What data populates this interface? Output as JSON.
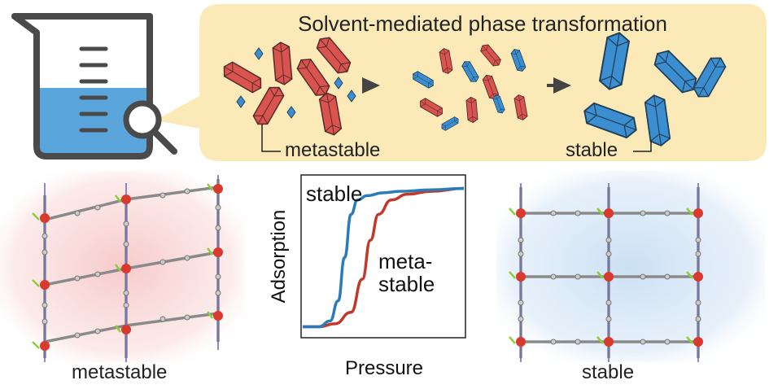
{
  "header": {
    "title": "Solvent-mediated phase transformation"
  },
  "labels": {
    "metastable_crystals": "metastable",
    "stable_crystals": "stable"
  },
  "graph": {
    "ylabel": "Adsorption",
    "xlabel": "Pressure",
    "stable_label": "stable",
    "meta_label_line1": "meta-",
    "meta_label_line2": "stable"
  },
  "structures": {
    "left_label": "metastable",
    "right_label": "stable"
  },
  "chart_data": {
    "type": "line",
    "xlabel": "Pressure",
    "ylabel": "Adsorption",
    "series": [
      {
        "name": "stable",
        "color": "#2b7bb9",
        "x": [
          0,
          0.1,
          0.17,
          0.22,
          0.26,
          0.3,
          0.34,
          0.4,
          0.5,
          0.6,
          0.8,
          1.0
        ],
        "y": [
          0.02,
          0.02,
          0.06,
          0.2,
          0.5,
          0.8,
          0.9,
          0.93,
          0.95,
          0.96,
          0.97,
          0.98
        ]
      },
      {
        "name": "meta-stable",
        "color": "#c0392b",
        "x": [
          0,
          0.1,
          0.2,
          0.3,
          0.37,
          0.42,
          0.47,
          0.55,
          0.65,
          0.8,
          1.0
        ],
        "y": [
          0.02,
          0.02,
          0.04,
          0.12,
          0.35,
          0.62,
          0.8,
          0.9,
          0.94,
          0.96,
          0.98
        ]
      }
    ],
    "colors": {
      "metastable": "#d9534f",
      "stable": "#3b8fd1"
    }
  }
}
